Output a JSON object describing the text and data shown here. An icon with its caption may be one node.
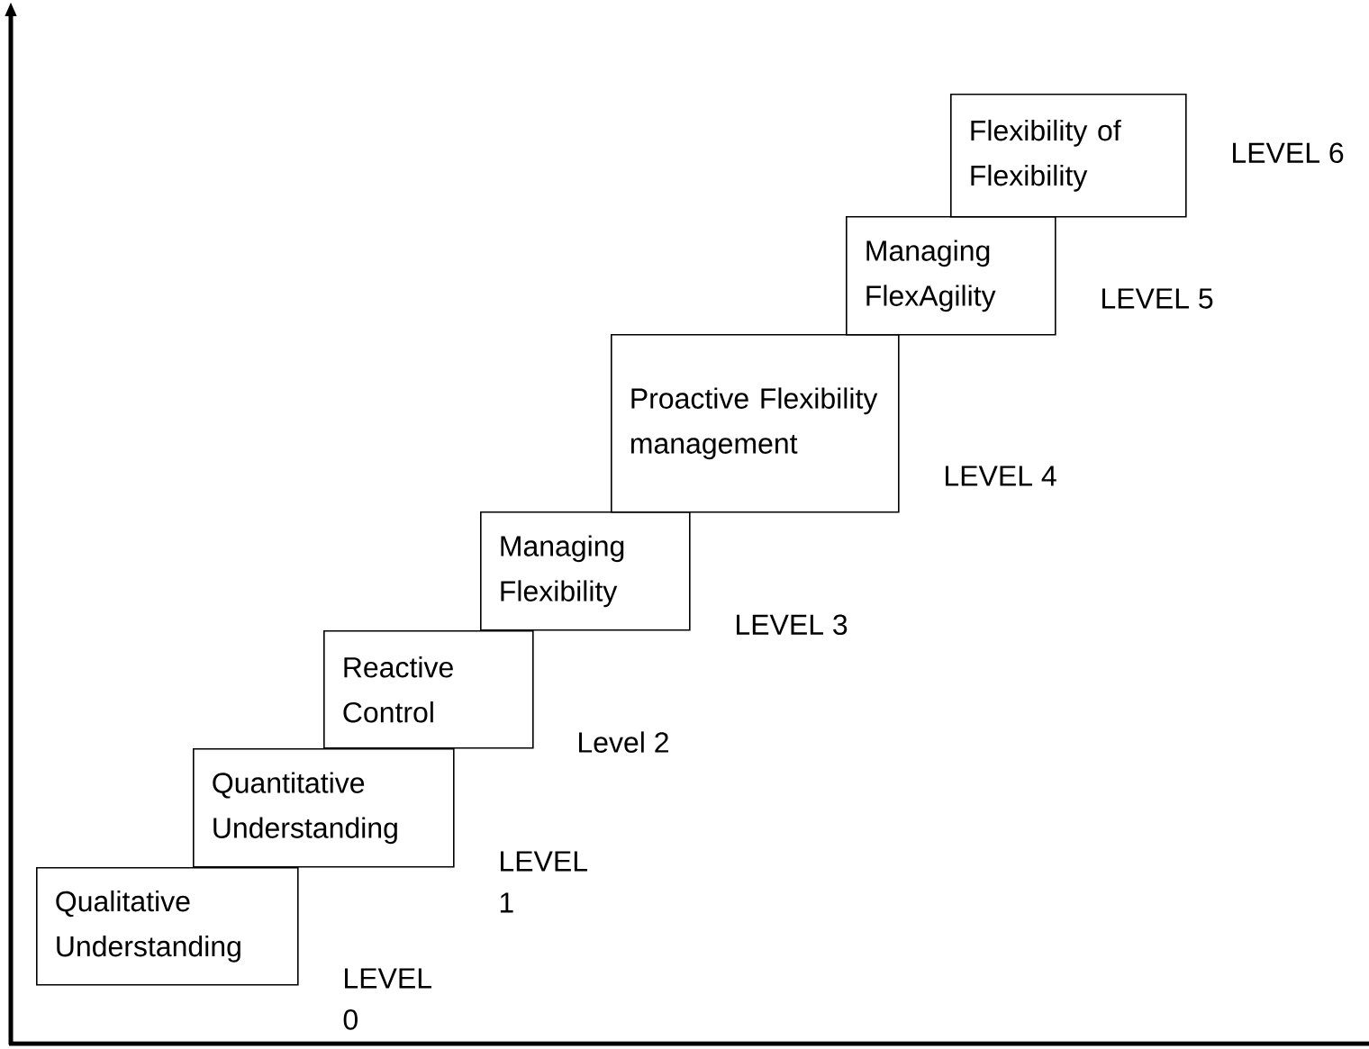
{
  "diagram": {
    "nodes": [
      {
        "text": [
          "Qualitative Understanding"
        ],
        "beside": [
          "LEVEL 0"
        ]
      },
      {
        "text": [
          "Quantitative Understanding"
        ],
        "beside": [
          "LEVEL 1"
        ]
      },
      {
        "text": [
          "Reactive Control"
        ],
        "beside": [
          "Level 2"
        ]
      },
      {
        "text": [
          "Managing Flexibility"
        ],
        "beside": [
          "LEVEL 3"
        ]
      },
      {
        "text": [
          "Proactive Flexibility management"
        ],
        "beside": [
          "LEVEL 4"
        ]
      },
      {
        "text": [
          "Managing FlexAgility"
        ],
        "beside": [
          "LEVEL 5"
        ]
      },
      {
        "text": [
          "Flexibility of Flexibility"
        ],
        "beside": [
          "LEVEL 6"
        ]
      }
    ],
    "edges": []
  }
}
